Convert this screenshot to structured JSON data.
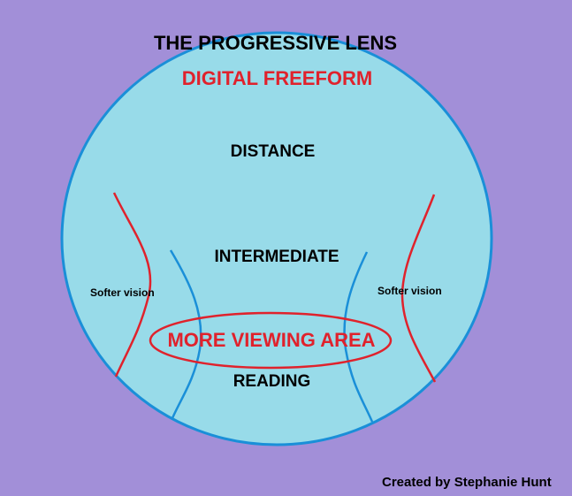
{
  "title": "THE PROGRESSIVE LENS",
  "subtitle": "DIGITAL FREEFORM",
  "zones": {
    "distance": "DISTANCE",
    "intermediate": "INTERMEDIATE",
    "reading": "READING"
  },
  "highlight": "MORE VIEWING AREA",
  "side_labels": {
    "left": "Softer vision",
    "right": "Softer vision"
  },
  "credit": "Created by Stephanie Hunt",
  "colors": {
    "background": "#a28fd8",
    "lens_fill": "#98dbe9",
    "lens_outline": "#1a8fd8",
    "accent_red": "#e0222c",
    "corridor_blue": "#1a8fd8"
  }
}
